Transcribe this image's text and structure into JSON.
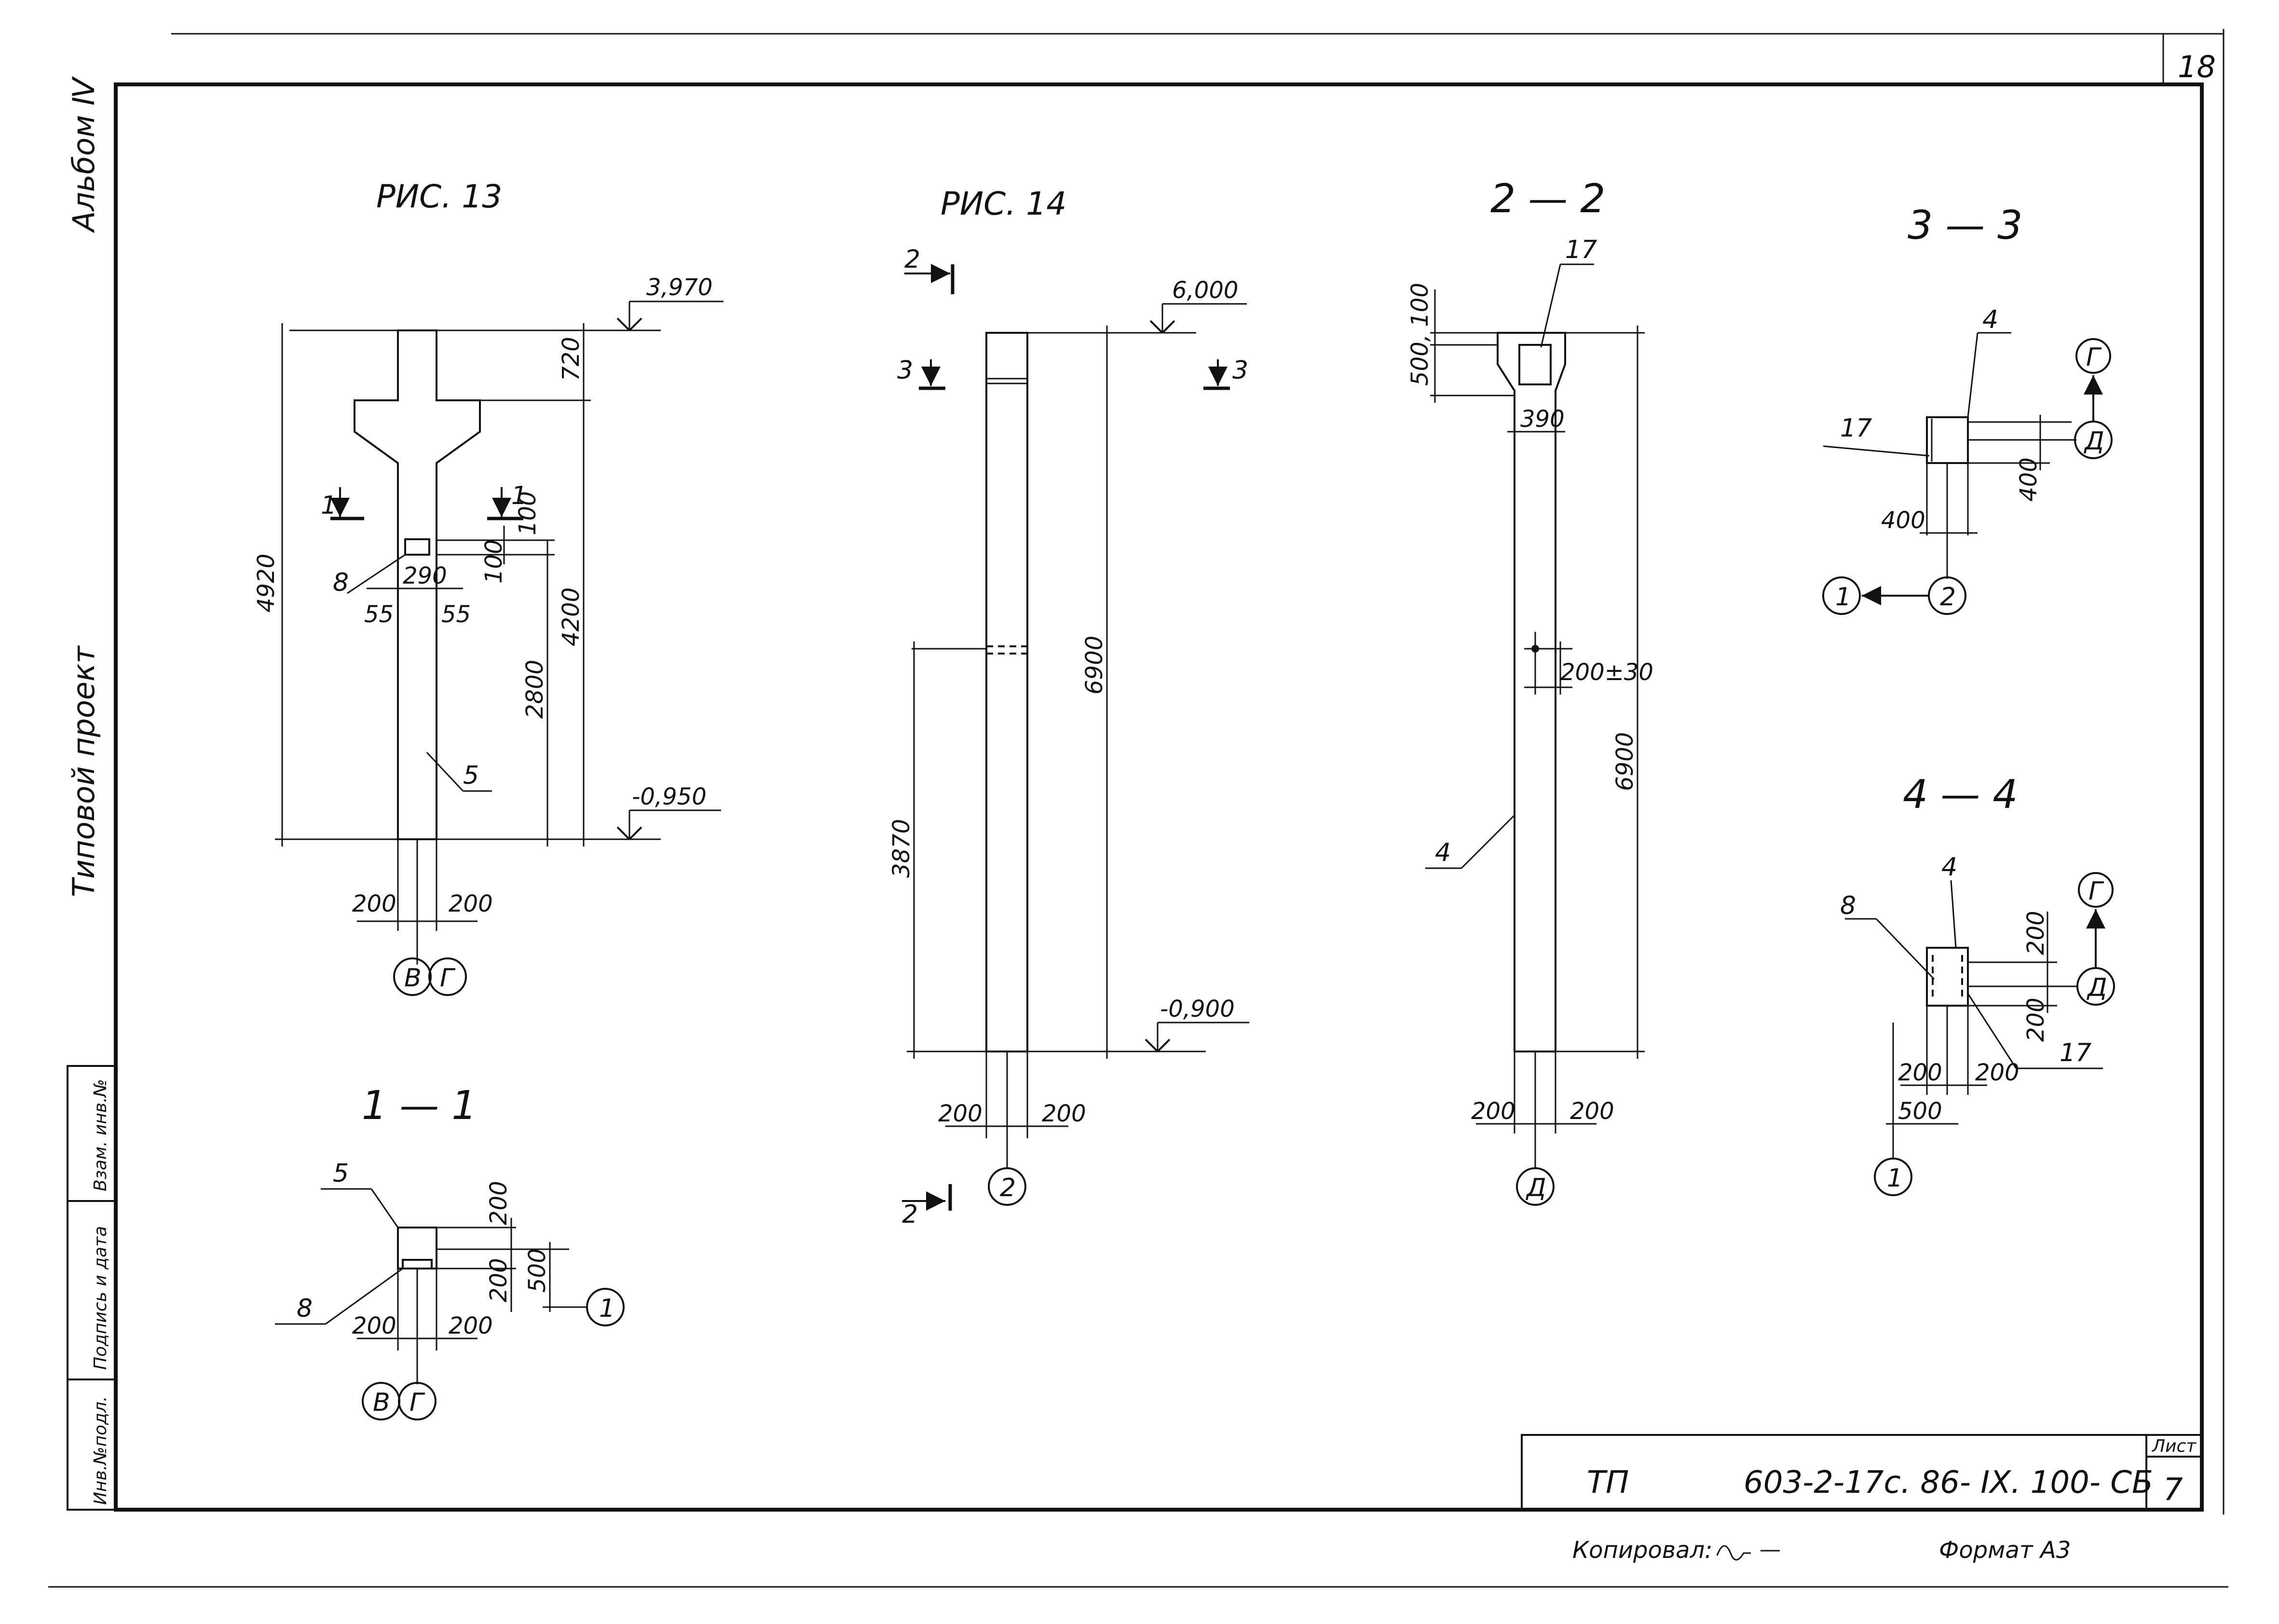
{
  "sheet_number": "18",
  "side_labels": {
    "album": "Альбом Ⅳ",
    "project": "Типовой проект"
  },
  "side_stamp": [
    "Инв.№подл.",
    "Подпись и дата",
    "Взам. инв.№"
  ],
  "figures": {
    "fig13": {
      "title": "РИС. 13",
      "elev_top": "3,970",
      "elev_bottom": "-0,950",
      "dims": {
        "total": "4920",
        "top": "720",
        "col": "4200",
        "hole_h": "2800",
        "h100a": "100",
        "h100b": "100",
        "w_hole": "290",
        "s55a": "55",
        "s55b": "55",
        "w_left": "200",
        "w_right": "200"
      },
      "marks": {
        "m8": "8",
        "m5": "5"
      },
      "cut": "1",
      "axes": [
        "В",
        "Г"
      ]
    },
    "fig14": {
      "title": "РИС. 14",
      "elev_top": "6,000",
      "elev_bottom": "-0,900",
      "dims": {
        "height": "6900",
        "lower": "3870",
        "w_left": "200",
        "w_right": "200"
      },
      "cut2": "2",
      "cut3": "3",
      "axis": "2"
    },
    "sec22": {
      "title": "2 — 2",
      "dims": {
        "d500_100": "500, 100",
        "w390": "390",
        "tol": "200±30",
        "height": "6900",
        "w_left": "200",
        "w_right": "200"
      },
      "marks": {
        "m17": "17",
        "m4": "4"
      },
      "axis": "Д"
    },
    "sec33": {
      "title": "3 — 3",
      "dims": {
        "w400": "400",
        "h400": "400"
      },
      "marks": {
        "m4": "4",
        "m17": "17"
      },
      "axes": {
        "g": "Г",
        "d": "Д",
        "one": "1",
        "two": "2"
      }
    },
    "sec44": {
      "title": "4 — 4",
      "dims": {
        "h200a": "200",
        "h200b": "200",
        "w200a": "200",
        "w200b": "200",
        "w500": "500"
      },
      "marks": {
        "m8": "8",
        "m4": "4",
        "m17": "17"
      },
      "axes": {
        "g": "Г",
        "d": "Д",
        "one": "1"
      }
    },
    "sec11": {
      "title": "1 — 1",
      "dims": {
        "h200a": "200",
        "h200b": "200",
        "h500": "500",
        "w_left": "200",
        "w_right": "200"
      },
      "marks": {
        "m5": "5",
        "m8": "8"
      },
      "axes": {
        "one": "1",
        "v": "В",
        "g": "Г"
      }
    }
  },
  "title_block": {
    "prefix": "ТП",
    "code": "603-2-17с. 86- IX. 100- СБ",
    "sheet_label": "Лист",
    "sheet_value": "7"
  },
  "footer": {
    "copied": "Копировал:",
    "format": "Формат А3"
  }
}
